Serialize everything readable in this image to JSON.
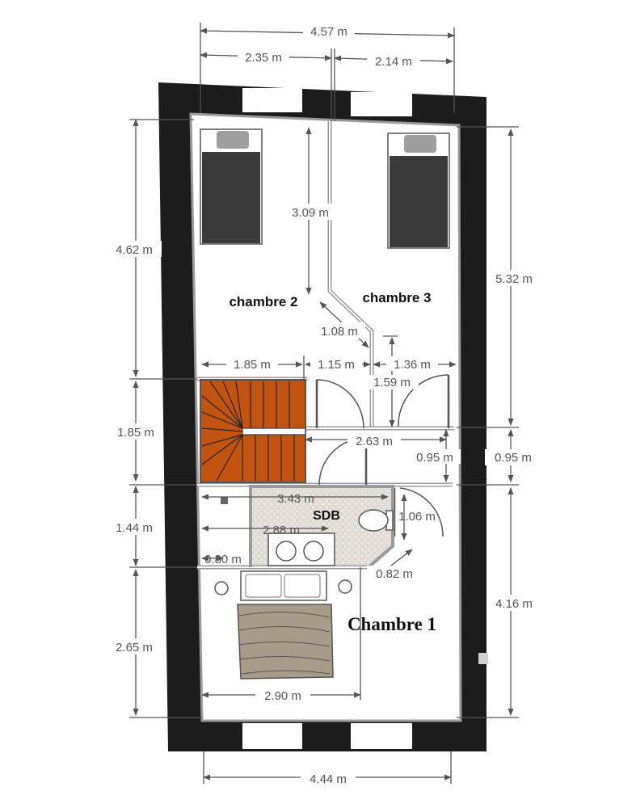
{
  "plan": {
    "colors": {
      "wall": "#1c1c1c",
      "stair": "#c2540f",
      "bed_dark": "#3a3a3a",
      "pillow": "#9e9e9e",
      "bedspread": "#a69c8a",
      "partition": "#9a9a9a",
      "tile": "#e6e2dc",
      "dim_line": "#555555"
    },
    "rooms": {
      "chambre_2": "chambre 2",
      "chambre_3": "chambre 3",
      "sdb": "SDB",
      "chambre_1": "Chambre 1"
    },
    "dimensions": {
      "top_total": "4.57 m",
      "top_left": "2.35 m",
      "top_right": "2.14 m",
      "left_upper": "4.62 m",
      "left_stair": "1.85 m",
      "left_sdb": "1.44 m",
      "left_lower": "2.65 m",
      "right_upper": "5.32 m",
      "right_mid": "0.95 m",
      "right_lower": "4.16 m",
      "chambre2_depth": "3.09 m",
      "diag_wall": "1.08 m",
      "stair_width": "1.85 m",
      "landing_width": "1.15 m",
      "chambre3_door_width": "1.36 m",
      "chambre3_door_depth": "1.59 m",
      "corridor_length": "2.63 m",
      "corridor_width": "0.95 m",
      "sdb_width": "3.43 m",
      "sdb_door": "1.06 m",
      "sdb_inner": "2.88 m",
      "sdb_small": "0.80 m",
      "sdb_diag": "0.82 m",
      "chambre1_width": "2.90 m",
      "bottom_total": "4.44 m"
    }
  }
}
